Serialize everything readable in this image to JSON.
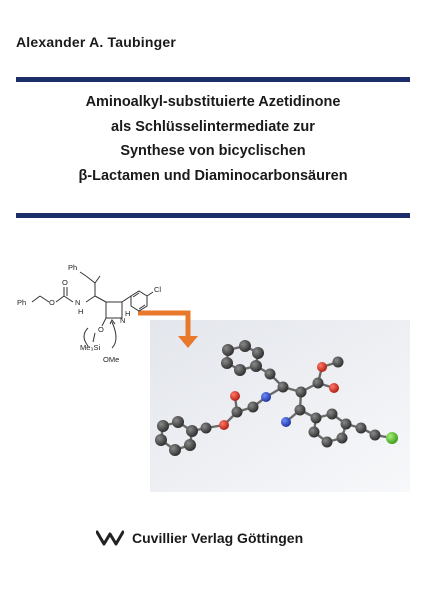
{
  "book": {
    "author": "Alexander A. Taubinger",
    "title_lines": [
      "Aminoalkyl-substituierte Azetidinone",
      "als Schlüsselintermediate zur",
      "Synthese von bicyclischen",
      "β-Lactamen und Diaminocarbonsäuren"
    ],
    "publisher": "Cuvillier Verlag Göttingen"
  },
  "structure_labels": {
    "ph_top": "Ph",
    "ph_left": "Ph",
    "nh_left": "N",
    "h_left": "H",
    "n_ring": "N",
    "h_ring": "H",
    "cl": "Cl",
    "o1": "O",
    "o2": "O",
    "o3": "O",
    "o_ring": "O",
    "si": "Me₃Si",
    "ome": "OMe"
  },
  "colors": {
    "rule": "#1d2f6b",
    "arrow": "#e8782a",
    "panel": "#eef0f4"
  }
}
